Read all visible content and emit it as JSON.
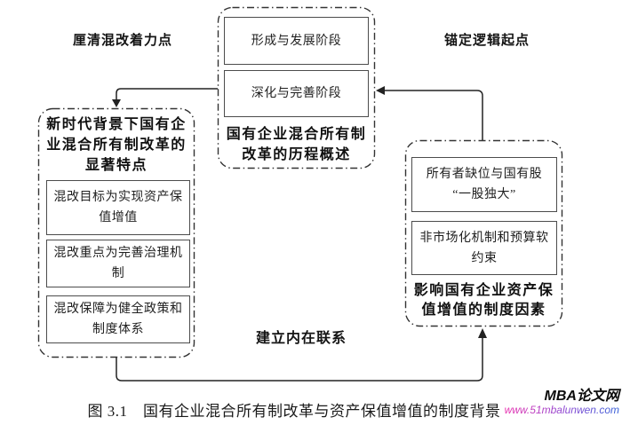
{
  "labels": {
    "top_left": "厘清混改着力点",
    "top_right": "锚定逻辑起点",
    "bottom_center": "建立内在联系"
  },
  "history_group": {
    "boxes": [
      "形成与发展阶段",
      "深化与完善阶段"
    ],
    "title": "国有企业混合所有制\n改革的历程概述"
  },
  "features_group": {
    "title": "新时代背景下国有企\n业混合所有制改革的\n显著特点",
    "boxes": [
      "混改目标为实现资产保\n值增值",
      "混改重点为完善治理机\n制",
      "混改保障为健全政策和\n制度体系"
    ]
  },
  "factors_group": {
    "boxes": [
      "所有者缺位与国有股\n“一股独大”",
      "非市场化机制和预算软\n约束"
    ],
    "title": "影响国有企业资产保\n值增值的制度因素"
  },
  "caption": "图 3.1　国有企业混合所有制改革与资产保值增值的制度背景",
  "watermark": {
    "name": "MBA论文网",
    "url": "www.51mbalunwen.com",
    "url_gradient_start": "#e92fae",
    "url_gradient_end": "#3460d8"
  },
  "colors": {
    "line": "#222222",
    "box_border": "#4c4c4c",
    "dash_outline": "#333333"
  }
}
